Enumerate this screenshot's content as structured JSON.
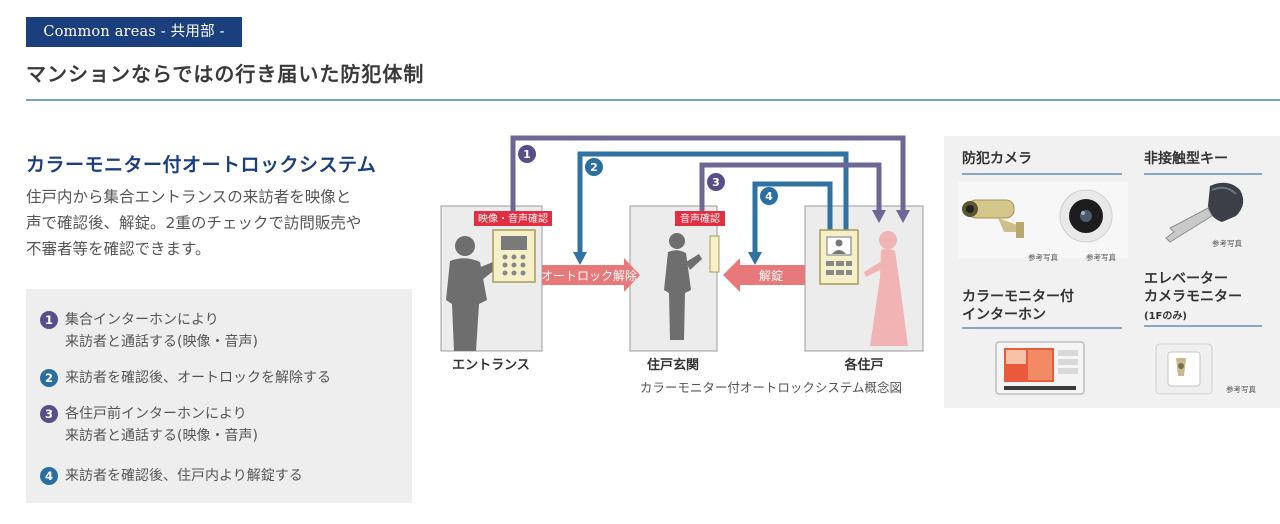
{
  "header": {
    "badge": "Common areas - 共用部 -",
    "title": "マンションならではの行き届いた防犯体制"
  },
  "section": {
    "title": "カラーモニター付オートロックシステム",
    "description_lines": [
      "住戸内から集合エントランスの来訪者を映像と",
      "声で確認後、解錠。2重のチェックで訪問販売や",
      "不審者等を確認できます。"
    ]
  },
  "steps": [
    {
      "number": "1",
      "lines": [
        "集合インターホンにより",
        "来訪者と通話する(映像・音声)"
      ],
      "color": "#5a4e8a"
    },
    {
      "number": "2",
      "lines": [
        "来訪者を確認後、オートロックを解除する"
      ],
      "color": "#2a6fa1"
    },
    {
      "number": "3",
      "lines": [
        "各住戸前インターホンにより",
        "来訪者と通話する(映像・音声)"
      ],
      "color": "#5a4e8a"
    },
    {
      "number": "4",
      "lines": [
        "来訪者を確認後、住戸内より解錠する"
      ],
      "color": "#2a6fa1"
    }
  ],
  "diagram": {
    "panels": [
      "エントランス",
      "住戸玄関",
      "各住戸"
    ],
    "tags": {
      "entrance": "映像・音声確認",
      "door": "音声確認"
    },
    "arrows": {
      "autolock": "オートロック解除",
      "unlock": "解錠"
    },
    "caption": "カラーモニター付オートロックシステム概念図",
    "route_numbers": [
      "1",
      "2",
      "3",
      "4"
    ],
    "colors": {
      "purple": "#6e6796",
      "blue": "#2f72a3",
      "pink": "#e8797b",
      "tag_red": "#e12e41"
    }
  },
  "features": {
    "camera": {
      "title": "防犯カメラ",
      "notes": [
        "参考写真",
        "参考写真"
      ]
    },
    "key": {
      "title": "非接触型キー",
      "note": "参考写真"
    },
    "intercom": {
      "title_lines": [
        "カラーモニター付",
        "インターホン"
      ]
    },
    "elevator": {
      "title_lines": [
        "エレベーター",
        "カメラモニター"
      ],
      "sub": "(1Fのみ)",
      "note": "参考写真"
    }
  }
}
